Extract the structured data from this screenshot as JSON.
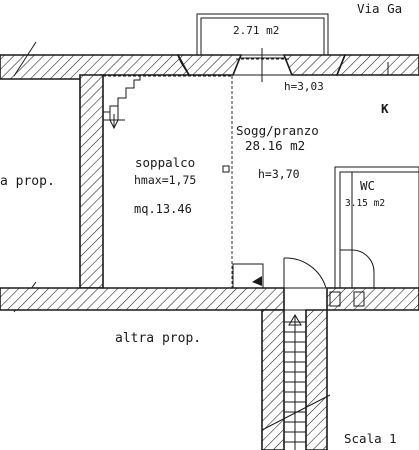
{
  "labels": {
    "street": "Via Ga",
    "balcony_area": "2.71 m2",
    "ceiling_top": "h=3,03",
    "kitchen_mark": "K",
    "left_neighbor": "a prop.",
    "loft_name": "soppalco",
    "loft_hmax": "hmax=1,75",
    "loft_area": "mq.13.46",
    "living_name": "Sogg/pranzo",
    "living_area": "28.16 m2",
    "living_height": "h=3,70",
    "wc_name": "WC",
    "wc_area": "3.15 m2",
    "bottom_neighbor": "altra prop.",
    "scale": "Scala 1"
  },
  "colors": {
    "line": "#1a1a1a",
    "background": "#ffffff"
  }
}
